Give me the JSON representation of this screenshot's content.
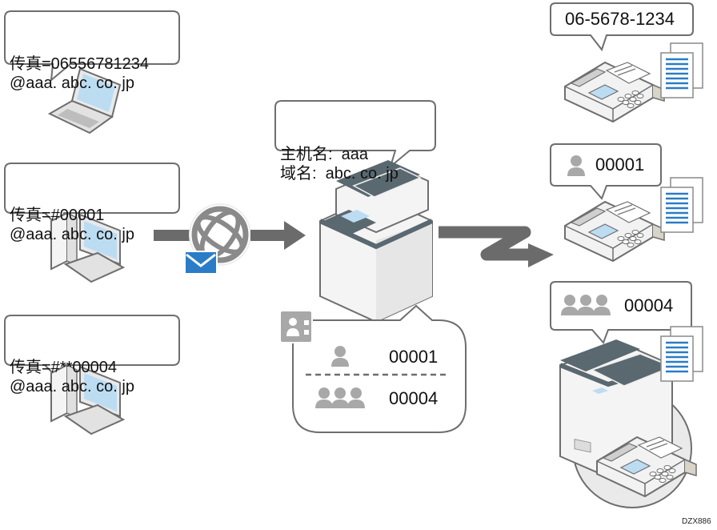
{
  "senders": [
    {
      "device": "laptop",
      "line1": "传真=06556781234",
      "line2": "@aaa. abc. co. jp"
    },
    {
      "device": "desktop",
      "line1": "传真=#00001",
      "line2": "@aaa. abc. co. jp"
    },
    {
      "device": "desktop",
      "line1": "传真=#**00004",
      "line2": "@aaa. abc. co. jp"
    }
  ],
  "internet": {
    "icon": "globe-icon",
    "attachment": "email-icon"
  },
  "mfp": {
    "line1": "主机名:  aaa",
    "line2": "域名:  abc. co. jp"
  },
  "address_book": {
    "entries": [
      {
        "icon": "single-user-icon",
        "number": "00001"
      },
      {
        "icon": "group-users-icon",
        "number": "00004"
      }
    ]
  },
  "recipients": [
    {
      "type": "fax",
      "label": "06-5678-1234"
    },
    {
      "type": "fax",
      "icon": "single-user-icon",
      "label": "00001"
    },
    {
      "type": "mfp-with-fax",
      "icon": "group-users-icon",
      "label": "00004"
    }
  ],
  "figure_code": "DZX886",
  "colors": {
    "outline": "#6e6e6e",
    "arrow": "#6b6b6b",
    "mfp_dark": "#5a6870",
    "screen": "#bcdcf2",
    "doc_lines": "#2a7cc7",
    "mail": "#2a7cc7",
    "person": "#a8a8a8"
  }
}
